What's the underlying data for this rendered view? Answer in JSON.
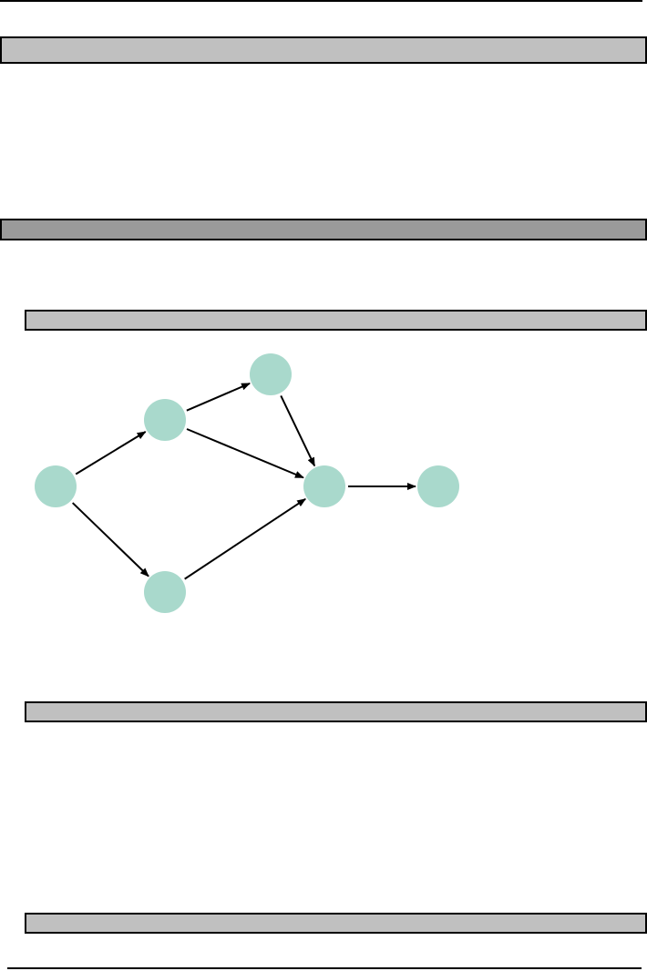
{
  "colors": {
    "rule": "#000000",
    "bar_light": "#c0c0c0",
    "bar_dark": "#9a9a9a",
    "node_fill": "#a9d9cc",
    "edge": "#000000"
  },
  "diagram": {
    "nodes": [
      {
        "id": "n-left"
      },
      {
        "id": "n-upper-mid"
      },
      {
        "id": "n-top"
      },
      {
        "id": "n-lower-mid"
      },
      {
        "id": "n-center"
      },
      {
        "id": "n-right"
      }
    ],
    "edges": [
      {
        "from": "n-left",
        "to": "n-upper-mid"
      },
      {
        "from": "n-left",
        "to": "n-lower-mid"
      },
      {
        "from": "n-upper-mid",
        "to": "n-top"
      },
      {
        "from": "n-upper-mid",
        "to": "n-center"
      },
      {
        "from": "n-top",
        "to": "n-center"
      },
      {
        "from": "n-lower-mid",
        "to": "n-center"
      },
      {
        "from": "n-center",
        "to": "n-right"
      }
    ]
  }
}
